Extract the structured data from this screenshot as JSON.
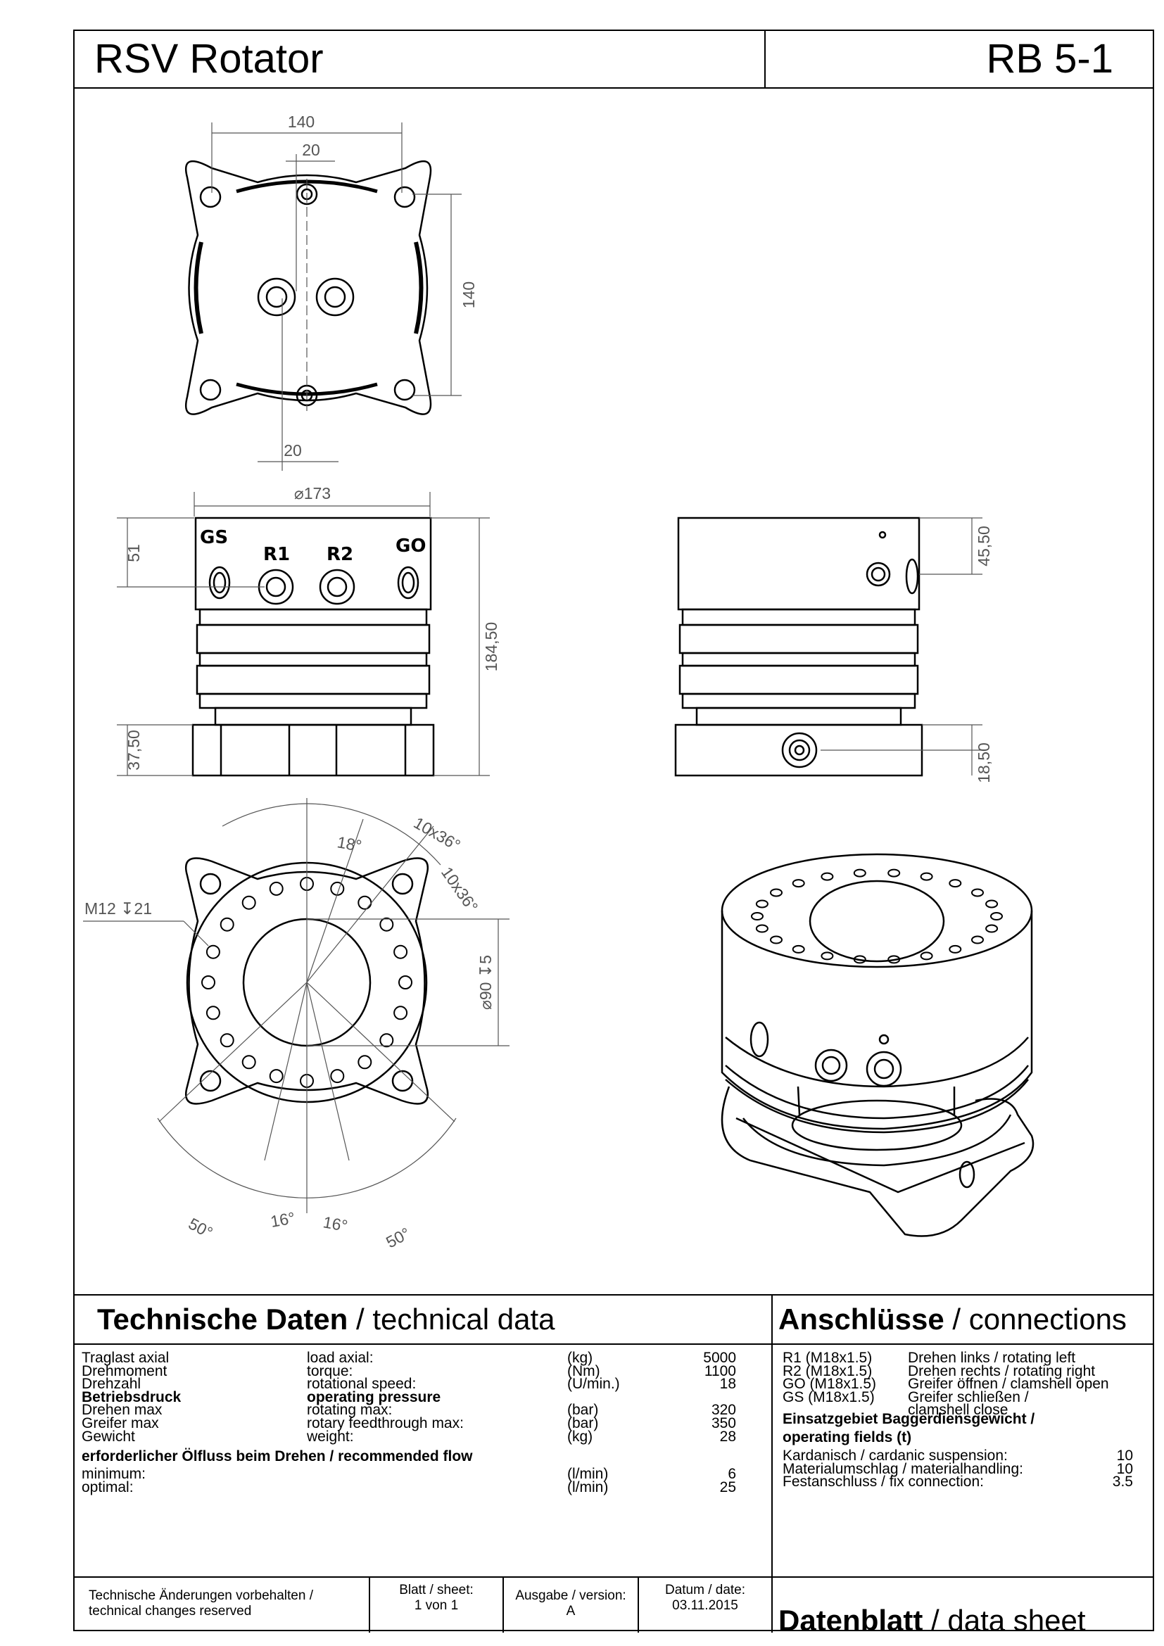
{
  "header": {
    "title": "RSV Rotator",
    "model": "RB 5-1"
  },
  "drawing": {
    "top_view": {
      "dim_width": "140",
      "dim_width_small": "20",
      "dim_height": "140",
      "dim_bottom_small": "20"
    },
    "front_view": {
      "dim_diameter": "⌀173",
      "dim_top": "51",
      "dim_height": "184,50",
      "dim_base": "37,50",
      "port_gs": "GS",
      "port_r1": "R1",
      "port_r2": "R2",
      "port_go": "GO"
    },
    "side_view": {
      "dim_port": "45,50",
      "dim_base": "18,50"
    },
    "bottom_view": {
      "dim_holes_a": "10x36°",
      "dim_holes_b": "10x36°",
      "dim_18": "18°",
      "thread": "M12 ↧21",
      "dim_bore": "⌀90 ↧5",
      "dim_16a": "16°",
      "dim_16b": "16°",
      "dim_50a": "50°",
      "dim_50b": "50°"
    }
  },
  "technical": {
    "title_de": "Technische Daten",
    "title_en": " / technical data",
    "rows": [
      {
        "de": "Traglast axial",
        "en": "load axial:",
        "unit": "(kg)",
        "value": "5000"
      },
      {
        "de": "Drehmoment",
        "en": "torque:",
        "unit": "(Nm)",
        "value": "1100"
      },
      {
        "de": "Drehzahl",
        "en": "rotational speed:",
        "unit": "(U/min.)",
        "value": "18"
      },
      {
        "de": "Betriebsdruck",
        "en": "operating pressure",
        "unit": "",
        "value": ""
      },
      {
        "de": "Drehen max",
        "en": "rotating max:",
        "unit": "(bar)",
        "value": "320"
      },
      {
        "de": "Greifer max",
        "en": "rotary feedthrough max:",
        "unit": "(bar)",
        "value": "350"
      },
      {
        "de": "Gewicht",
        "en": "weight:",
        "unit": "(kg)",
        "value": "28"
      }
    ],
    "flow_title": "erforderlicher Ölfluss beim Drehen / recommended flow",
    "flow_rows": [
      {
        "label": "minimum:",
        "unit": "(l/min)",
        "value": "6"
      },
      {
        "label": "optimal:",
        "unit": "(l/min)",
        "value": "25"
      }
    ]
  },
  "connections": {
    "title_de": "Anschlüsse",
    "title_en": " / connections",
    "rows": [
      {
        "code": "R1  (M18x1.5)",
        "desc": "Drehen links / rotating left"
      },
      {
        "code": "R2  (M18x1.5)",
        "desc": "Drehen rechts / rotating right"
      },
      {
        "code": "GO (M18x1.5)",
        "desc": "Greifer öffnen / clamshell open"
      },
      {
        "code": "GS (M18x1.5)",
        "desc": "Greifer schließen /"
      },
      {
        "code": "",
        "desc": "clamshell close"
      }
    ],
    "fields_title_1": "Einsatzgebiet Baggerdiensgewicht /",
    "fields_title_2": "operating fields (t)",
    "fields": [
      {
        "label": "Kardanisch / cardanic suspension:",
        "value": "10"
      },
      {
        "label": "Materialumschlag / materialhandling:",
        "value": "10"
      },
      {
        "label": "Festanschluss / fix connection:",
        "value": "3.5"
      }
    ]
  },
  "footer": {
    "changes_1": "Technische Änderungen vorbehalten /",
    "changes_2": "technical changes reserved",
    "sheet_label": "Blatt / sheet:",
    "sheet_value": "1 von 1",
    "version_label": "Ausgabe / version:",
    "version_value": "A",
    "date_label": "Datum / date:",
    "date_value": "03.11.2015",
    "datasheet_de": "Datenblatt",
    "datasheet_en": " / data sheet"
  }
}
